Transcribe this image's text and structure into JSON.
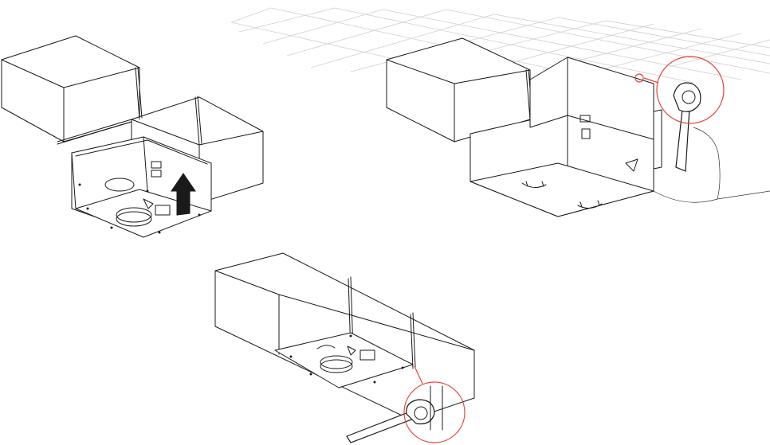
{
  "colors": {
    "line": "#1a1a1a",
    "callout": "#e0463c",
    "grid": "#cfcfcf",
    "arrow": "#1a1a1a"
  },
  "steps": [
    {
      "id": "lift-unit-into-duct",
      "icons": [
        "arrow-up-icon"
      ]
    },
    {
      "id": "tighten-ceiling-bracket",
      "icons": [
        "wrench-icon",
        "callout-circle"
      ]
    },
    {
      "id": "tighten-duct-bracket",
      "icons": [
        "wrench-icon",
        "callout-circle"
      ]
    }
  ]
}
